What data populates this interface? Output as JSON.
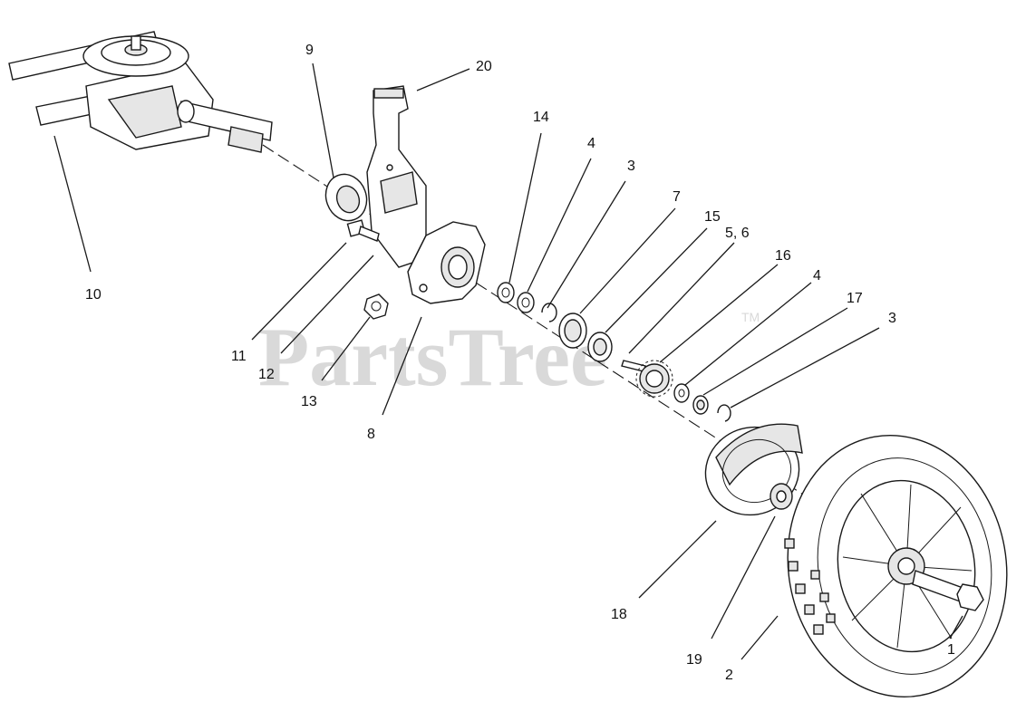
{
  "watermark": {
    "text": "PartsTree",
    "trademark": "TM"
  },
  "callouts": [
    {
      "id": "c9",
      "label": "9"
    },
    {
      "id": "c20",
      "label": "20"
    },
    {
      "id": "c10",
      "label": "10"
    },
    {
      "id": "c14",
      "label": "14"
    },
    {
      "id": "c4a",
      "label": "4"
    },
    {
      "id": "c3a",
      "label": "3"
    },
    {
      "id": "c7",
      "label": "7"
    },
    {
      "id": "c15",
      "label": "15"
    },
    {
      "id": "c56",
      "label": "5, 6"
    },
    {
      "id": "c16",
      "label": "16"
    },
    {
      "id": "c4b",
      "label": "4"
    },
    {
      "id": "c17",
      "label": "17"
    },
    {
      "id": "c3b",
      "label": "3"
    },
    {
      "id": "c11",
      "label": "11"
    },
    {
      "id": "c12",
      "label": "12"
    },
    {
      "id": "c13",
      "label": "13"
    },
    {
      "id": "c8",
      "label": "8"
    },
    {
      "id": "c18",
      "label": "18"
    },
    {
      "id": "c19",
      "label": "19"
    },
    {
      "id": "c2",
      "label": "2"
    },
    {
      "id": "c1",
      "label": "1"
    }
  ]
}
